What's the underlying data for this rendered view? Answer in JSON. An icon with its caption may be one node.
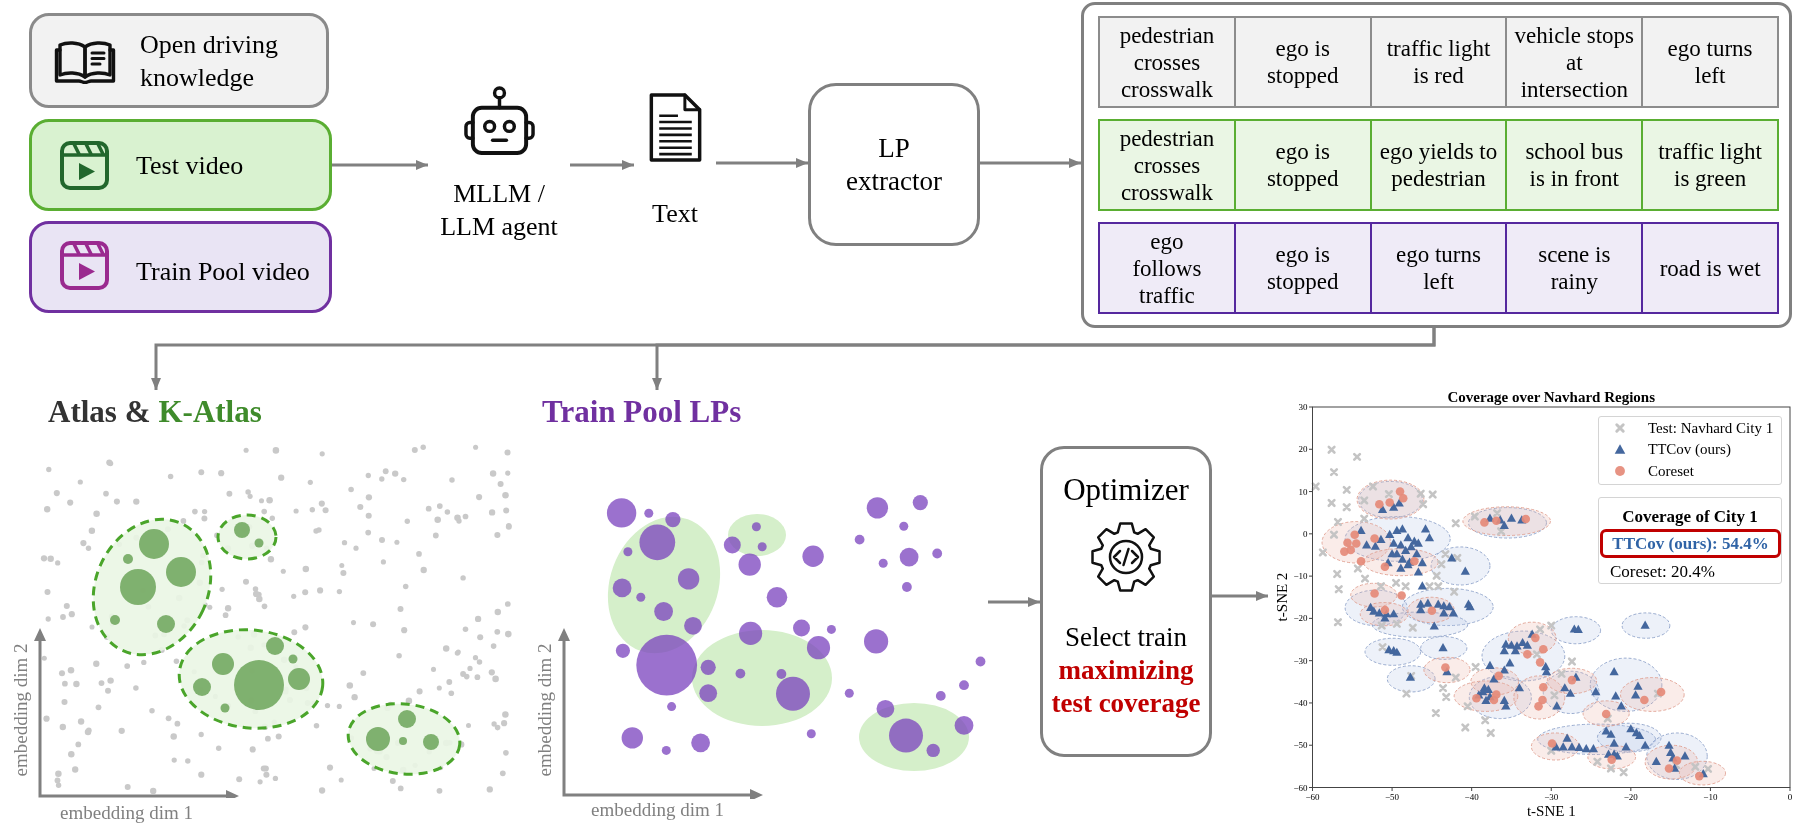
{
  "diagram": {
    "nodes": [
      {
        "text": [
          "Open driving knowledge"
        ]
      },
      {
        "text": [
          "Test video"
        ]
      },
      {
        "text": [
          "Train Pool video"
        ]
      },
      {
        "text": [
          "MLLM / LLM agent"
        ]
      },
      {
        "text": [
          "Text"
        ]
      },
      {
        "text": [
          "LP extractor"
        ]
      },
      {
        "text": [],
        "shape": "box"
      },
      {
        "text": [
          "pedestrian crosses crosswalk"
        ],
        "in": 6
      },
      {
        "text": [
          "ego is stopped"
        ],
        "in": 6
      },
      {
        "text": [
          "traffic light is red"
        ],
        "in": 6
      },
      {
        "text": [
          "vehicle stops at intersection"
        ],
        "in": 6
      },
      {
        "text": [
          "ego turns left"
        ],
        "in": 6
      },
      {
        "text": [
          "pedestrian crosses crosswalk"
        ],
        "in": 6
      },
      {
        "text": [
          "ego is stopped"
        ],
        "in": 6
      },
      {
        "text": [
          "ego yields to pedestrian"
        ],
        "in": 6
      },
      {
        "text": [
          "school bus is in front"
        ],
        "in": 6
      },
      {
        "text": [
          "traffic light is green"
        ],
        "in": 6
      },
      {
        "text": [
          "ego follows traffic"
        ],
        "in": 6
      },
      {
        "text": [
          "ego is stopped"
        ],
        "in": 6
      },
      {
        "text": [
          "ego turns left"
        ],
        "in": 6
      },
      {
        "text": [
          "scene is rainy"
        ],
        "in": 6
      },
      {
        "text": [
          "road is wet"
        ],
        "in": 6
      },
      {
        "text": [
          "Atlas &",
          "K-Atlas"
        ]
      },
      {
        "text": [
          "Train Pool LPs"
        ]
      },
      {
        "text": [],
        "shape": "picture",
        "beside": [
          "embedding dim 2",
          "embedding dim 1"
        ]
      },
      {
        "text": [
          "Optimizer",
          "Select train **maximizing test coverage**"
        ]
      },
      {
        "text": [],
        "shape": "picture"
      }
    ],
    "edges": [
      {
        "from": 1,
        "to": 3,
        "arrow": "to"
      },
      {
        "from": 3,
        "to": 4,
        "arrow": "to"
      },
      {
        "from": 4,
        "to": 5,
        "arrow": "to"
      },
      {
        "from": 5,
        "to": 6,
        "arrow": "to"
      },
      {
        "from": 6,
        "to": 22,
        "arrow": "to"
      },
      {
        "from": 6,
        "to": 23,
        "arrow": "to"
      },
      {
        "from": 24,
        "to": 25,
        "arrow": "to"
      },
      {
        "from": 25,
        "to": 26,
        "arrow": "to"
      }
    ],
    "labels": [
      "embedding dim 2",
      "embedding dim 1"
    ],
    "chart_data": {
      "type": "scatter",
      "title": "Coverage over Navhard Regions",
      "xlabel": "t-SNE 1",
      "ylabel": "t-SNE 2",
      "xlim": [
        -60,
        0
      ],
      "ylim": [
        -60,
        30
      ],
      "xticks": [
        {
          "value": -60,
          "label": "−60"
        },
        {
          "value": -50,
          "label": "−50"
        },
        {
          "value": -40,
          "label": "−40"
        },
        {
          "value": -30,
          "label": "−30"
        },
        {
          "value": -20,
          "label": "−20"
        },
        {
          "value": -10,
          "label": "−10"
        },
        {
          "value": 0,
          "label": "0"
        }
      ],
      "yticks": [
        {
          "value": -60,
          "label": "−60"
        },
        {
          "value": -50,
          "label": "−50"
        },
        {
          "value": -40,
          "label": "−40"
        },
        {
          "value": -30,
          "label": "−30"
        },
        {
          "value": -20,
          "label": "−20"
        },
        {
          "value": -10,
          "label": "−10"
        },
        {
          "value": 0,
          "label": "0"
        },
        {
          "value": 10,
          "label": "10"
        },
        {
          "value": 20,
          "label": "20"
        },
        {
          "value": 30,
          "label": "30"
        }
      ],
      "legend": "upper right",
      "series": [
        {
          "name": "Test: Navhard City 1",
          "color": "#c4c4c4",
          "x": [
            -57.6,
            -54.4,
            -57.3,
            -59.6,
            -57.6,
            -55.7,
            -55.7,
            -52.4,
            -44.9,
            -46.4,
            -50.4,
            -42.0,
            -39.6,
            -36.8,
            -36.3,
            -56.8,
            -57.3,
            -58.7,
            -53.5,
            -56.9,
            -56.7,
            -56.8,
            -53.4,
            -51.4,
            -49.5,
            -48.3,
            -45.3,
            -44.2,
            -44.4,
            -43.3,
            -41.8,
            -43.8,
            -42.2,
            -51.3,
            -49.4,
            -47.4,
            -51.2,
            -47.6,
            -48.2,
            -44.5,
            -43.2,
            -43.6,
            -42.0,
            -39.5,
            -40.5,
            -40.8,
            -38.3,
            -37.6,
            -31.4,
            -30.0,
            -31.8,
            -28.7,
            -27.4,
            -29.6,
            -22.9,
            -24.2,
            -22.5,
            -20.9,
            -30.0,
            -16.6,
            -14.3,
            -11.9,
            -10.3,
            -54.3,
            -46.1,
            -53.5
          ],
          "values": [
            19.9,
            18.2,
            14.6,
            11.2,
            7.3,
            10.4,
            6.3,
            11.2,
            9.3,
            9.5,
            9.4,
            2.5,
            4.1,
            4.9,
            0.6,
            2.8,
            -0.2,
            -4.4,
            3.6,
            -9.5,
            -13.1,
            -20.9,
            -10.6,
            -12.4,
            -11.6,
            -12.4,
            -12.4,
            -12.4,
            -9.9,
            -4.8,
            -5.7,
            -7.2,
            -13.7,
            -21.7,
            -21.3,
            -22.2,
            -26.8,
            -33.6,
            -37.8,
            -42.4,
            -38.6,
            -36.5,
            -34.0,
            -31.5,
            -40.8,
            -45.8,
            -44.1,
            -47.1,
            -22.6,
            -21.7,
            -28.5,
            -33.1,
            -30.2,
            -38.2,
            -43.7,
            -53.9,
            -55.5,
            -56.4,
            -51.3,
            -37.8,
            -54.7,
            -55.1,
            -55.6,
            -8.2,
            7.0,
            7.9
          ]
        },
        {
          "name": "TTCov (ours)",
          "color": "#44679e",
          "x": [
            -51.2,
            -49.8,
            -49.1,
            -37.7,
            -36.4,
            -35.0,
            -33.7,
            -35.9,
            -53.9,
            -53.2,
            -51.4,
            -52.1,
            -50.3,
            -49.4,
            -48.7,
            -48.0,
            -49.8,
            -48.9,
            -48.3,
            -47.6,
            -46.7,
            -45.8,
            -45.3,
            -46.9,
            -46.2,
            -49.4,
            -50.0,
            -48.7,
            -48.0,
            -48.9,
            -50.5,
            -46.7,
            -42.5,
            -40.8,
            -46.2,
            -47.8,
            -47.2,
            -52.7,
            -52.3,
            -51.6,
            -50.7,
            -49.8,
            -50.9,
            -46.4,
            -45.5,
            -44.2,
            -43.5,
            -42.8,
            -43.5,
            -42.3,
            -40.4,
            -40.2,
            -46.4,
            -44.7,
            -43.6,
            -50.4,
            -49.8,
            -49.4,
            -47.7,
            -43.1,
            -27.1,
            -26.6,
            -18.2,
            -35.7,
            -35.0,
            -34.3,
            -33.6,
            -33.0,
            -32.4,
            -35.9,
            -34.5,
            -35.2,
            -37.7,
            -35.9,
            -30.7,
            -30.6,
            -38.4,
            -38.6,
            -37.9,
            -39.1,
            -37.7,
            -38.2,
            -35.9,
            -35.7,
            -34.0,
            -37.2,
            -28.3,
            -27.6,
            -29.3,
            -26.9,
            -24.4,
            -22.1,
            -21.9,
            -21.2,
            -19.4,
            -19.1,
            -23.1,
            -22.5,
            -22.1,
            -20.6,
            -20.0,
            -19.3,
            -18.9,
            -18.2,
            -22.8,
            -21.7,
            -22.1,
            -28.0,
            -28.5,
            -27.4,
            -26.5,
            -25.6,
            -24.7,
            -29.4,
            -15.2,
            -15.0,
            -14.7,
            -13.2,
            -16.8,
            -14.5,
            -10.9
          ],
          "values": [
            5.7,
            6.2,
            7.2,
            3.6,
            3.2,
            3.6,
            3.2,
            1.9,
            0.7,
            -2.7,
            -1.4,
            -3.0,
            -0.2,
            0.7,
            1.1,
            -1.0,
            -2.3,
            -2.7,
            -4.0,
            -3.1,
            -2.3,
            1.1,
            -1.0,
            -4.8,
            -6.9,
            -4.8,
            -4.8,
            -6.1,
            -7.4,
            -8.2,
            -6.9,
            -9.1,
            -5.8,
            -8.9,
            -12.4,
            -6.8,
            -1.8,
            -17.5,
            -18.4,
            -18.8,
            -19.0,
            -19.0,
            -20.0,
            -16.7,
            -16.5,
            -16.7,
            -17.1,
            -17.3,
            -18.8,
            -18.8,
            -16.7,
            -17.3,
            -18.0,
            -21.9,
            -27.0,
            -27.5,
            -27.7,
            -28.1,
            -34.0,
            -32.7,
            -22.6,
            -22.7,
            -21.7,
            -26.2,
            -26.4,
            -26.6,
            -25.8,
            -26.4,
            -23.8,
            -27.7,
            -27.7,
            -30.6,
            -31.2,
            -32.3,
            -31.5,
            -32.7,
            -36.5,
            -37.4,
            -36.9,
            -38.2,
            -38.6,
            -39.5,
            -39.5,
            -40.8,
            -36.5,
            -34.4,
            -36.5,
            -37.8,
            -40.8,
            -34.0,
            -37.4,
            -32.7,
            -38.4,
            -40.8,
            -38.2,
            -36.1,
            -46.7,
            -47.5,
            -49.6,
            -50.5,
            -46.2,
            -47.1,
            -47.8,
            -50.1,
            -52.2,
            -52.6,
            -52.2,
            -48.4,
            -50.5,
            -50.5,
            -50.6,
            -50.9,
            -50.9,
            -50.5,
            -50.1,
            -51.8,
            -53.1,
            -52.6,
            -53.9,
            -55.5,
            -56.8
          ]
        },
        {
          "name": "Coreset",
          "color": "#e58a78",
          "x": [
            -49.0,
            -51.6,
            -50.3,
            -48.6,
            -38.4,
            -36.9,
            -33.2,
            -54.7,
            -55.6,
            -54.5,
            -55.2,
            -56.0,
            -52.2,
            -53.9,
            -50.9,
            -47.2,
            -52.2,
            -48.8,
            -50.9,
            -45.0,
            -32.0,
            -31.0,
            -33.0,
            -31.4,
            -43.3,
            -36.6,
            -39.4,
            -36.9,
            -37.2,
            -31.0,
            -31.1,
            -31.6,
            -27.4,
            -23.1,
            -18.3,
            -16.2,
            -29.9,
            -22.4,
            -14.2,
            -15.2,
            -11.4
          ],
          "values": [
            10.0,
            7.0,
            7.4,
            8.4,
            2.7,
            3.1,
            3.5,
            -0.2,
            -2.1,
            -2.3,
            -3.8,
            -4.2,
            -1.1,
            -6.5,
            -7.8,
            -6.5,
            -14.1,
            -14.6,
            -18.0,
            -18.2,
            -24.6,
            -27.3,
            -28.5,
            -30.4,
            -31.6,
            -33.6,
            -38.9,
            -38.0,
            -39.3,
            -36.3,
            -39.3,
            -40.8,
            -34.6,
            -42.6,
            -39.3,
            -37.4,
            -49.6,
            -53.4,
            -53.6,
            -55.5,
            -57.3
          ]
        }
      ],
      "annotations": [
        {
          "text": "Coverage of City 1"
        },
        {
          "text": "TTCov (ours): 54.4%"
        },
        {
          "text": "Coreset: 20.4%"
        }
      ]
    }
  }
}
